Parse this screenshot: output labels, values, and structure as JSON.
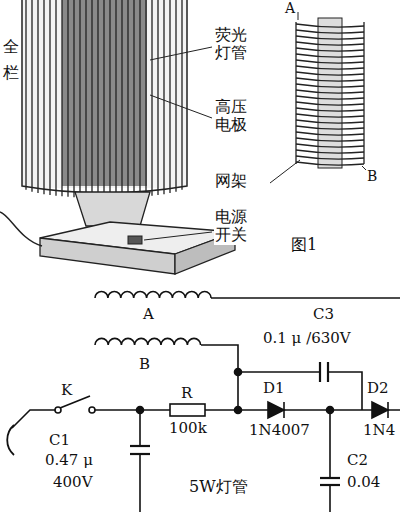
{
  "diagram": {
    "labels": [
      "全",
      "栏",
      "荧光 灯管",
      "A",
      "高压 电极",
      "网架",
      "B",
      "电源 开关",
      "图1",
      "A",
      "B",
      "C3",
      "0.1 μ /630V",
      "K",
      "R",
      "100k",
      "D1",
      "1N4007",
      "D2",
      "1N4",
      "C1",
      "0.47 μ",
      "400V",
      "5W灯管",
      "C2",
      "0.04"
    ]
  }
}
